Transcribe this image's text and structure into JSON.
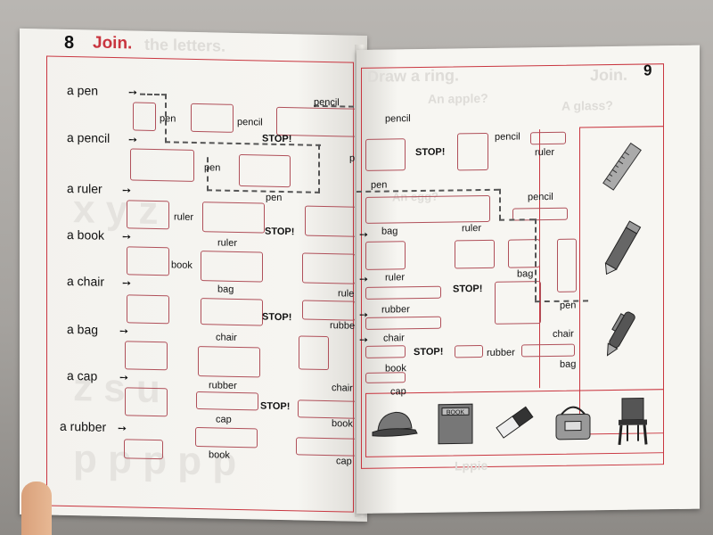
{
  "left_page": {
    "page_number": "8",
    "title": "Join.",
    "faded_heading": "the letters.",
    "row_labels": [
      "a pen",
      "a pencil",
      "a ruler",
      "a book",
      "a chair",
      "a bag",
      "a cap",
      "a rubber"
    ],
    "words": [
      "pencil",
      "pen",
      "pencil",
      "pen",
      "pen",
      "ruler",
      "ruler",
      "book",
      "bag",
      "ruler",
      "chair",
      "rubber",
      "rubber",
      "chair",
      "cap",
      "book",
      "book",
      "cap",
      "pe"
    ],
    "stop": "STOP!"
  },
  "right_page": {
    "page_number": "9",
    "title": "Join.",
    "faded_heading": "Draw a ring.",
    "faded_questions": [
      "An apple?",
      "A glass?",
      "An egg?"
    ],
    "words": [
      "pencil",
      "pencil",
      "ruler",
      "pen",
      "pencil",
      "bag",
      "ruler",
      "bag",
      "ruler",
      "rubber",
      "pen",
      "chair",
      "rubber",
      "chair",
      "bag",
      "book",
      "cap"
    ],
    "stop": "STOP!",
    "book_cover_text": "BOOK",
    "bottom_faded": "Lppie"
  },
  "pictures": [
    "pen-icon",
    "ruler-icon",
    "pencil-icon",
    "pen-icon",
    "cap-icon",
    "book-icon",
    "rubber-icon",
    "bag-icon",
    "chair-icon"
  ],
  "colors": {
    "accent": "#c9353f",
    "box": "#b0505a",
    "paper": "#f7f6f2"
  }
}
